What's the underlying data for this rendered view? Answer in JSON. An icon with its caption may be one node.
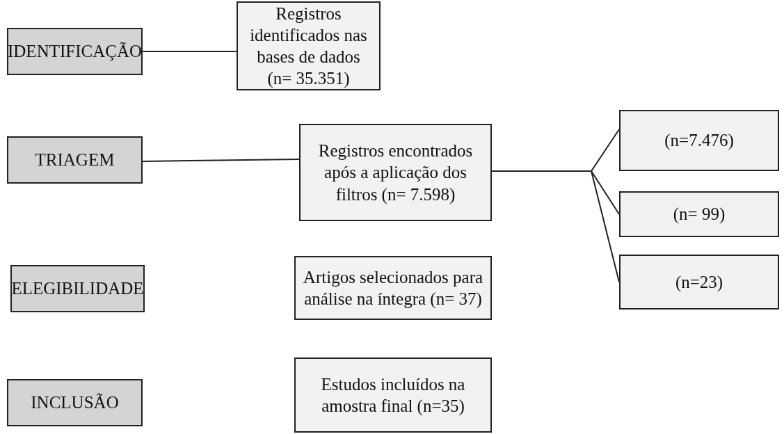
{
  "diagram": {
    "nodes": [
      {
        "text": [
          "IDENTIFICAÇÃO"
        ]
      },
      {
        "text": [
          "Registros identificados nas bases de dados (n= 35.351)"
        ]
      },
      {
        "text": [
          "TRIAGEM"
        ]
      },
      {
        "text": [
          "Registros encontrados após a aplicação dos filtros (n= 7.598)"
        ]
      },
      {
        "text": [
          "(n=7.476)"
        ]
      },
      {
        "text": [
          "(n= 99)"
        ]
      },
      {
        "text": [
          "(n=23)"
        ]
      },
      {
        "text": [
          "ELEGIBILIDADE"
        ]
      },
      {
        "text": [
          "Artigos selecionados para análise na íntegra (n= 37)"
        ]
      },
      {
        "text": [
          "INCLUSÃO"
        ]
      },
      {
        "text": [
          "Estudos incluídos na amostra final (n=35)"
        ]
      }
    ],
    "edges": [
      {
        "from": 0,
        "to": 1,
        "arrow": "none"
      },
      {
        "from": 2,
        "to": 3,
        "arrow": "none"
      },
      {
        "from": 3,
        "to": 4,
        "arrow": "none"
      },
      {
        "from": 3,
        "to": 5,
        "arrow": "none"
      },
      {
        "from": 3,
        "to": 6,
        "arrow": "none"
      }
    ]
  }
}
